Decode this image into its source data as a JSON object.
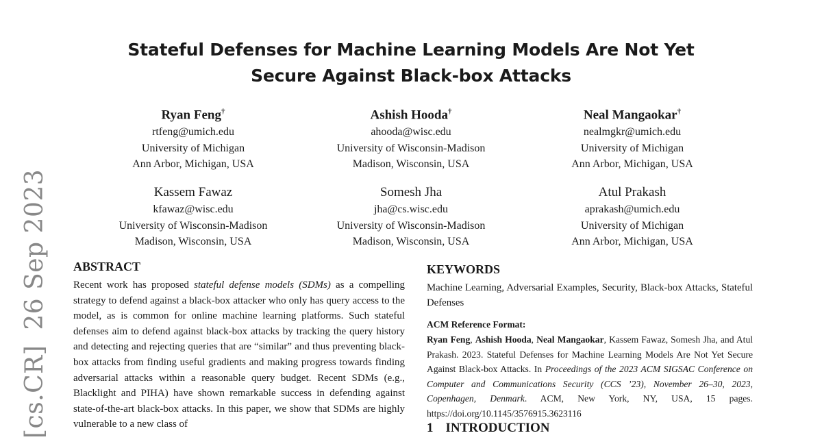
{
  "title": {
    "line1": "Stateful Defenses for Machine Learning Models Are Not Yet",
    "line2": "Secure Against Black-box Attacks"
  },
  "authors": [
    {
      "name": "Ryan Feng",
      "mark": "†",
      "email": "rtfeng@umich.edu",
      "affiliation": "University of Michigan",
      "location": "Ann Arbor, Michigan, USA"
    },
    {
      "name": "Ashish Hooda",
      "mark": "†",
      "email": "ahooda@wisc.edu",
      "affiliation": "University of Wisconsin-Madison",
      "location": "Madison, Wisconsin, USA"
    },
    {
      "name": "Neal Mangaokar",
      "mark": "†",
      "email": "nealmgkr@umich.edu",
      "affiliation": "University of Michigan",
      "location": "Ann Arbor, Michigan, USA"
    },
    {
      "name": "Kassem Fawaz",
      "email": "kfawaz@wisc.edu",
      "affiliation": "University of Wisconsin-Madison",
      "location": "Madison, Wisconsin, USA"
    },
    {
      "name": "Somesh Jha",
      "email": "jha@cs.wisc.edu",
      "affiliation": "University of Wisconsin-Madison",
      "location": "Madison, Wisconsin, USA"
    },
    {
      "name": "Atul Prakash",
      "email": "aprakash@umich.edu",
      "affiliation": "University of Michigan",
      "location": "Ann Arbor, Michigan, USA"
    }
  ],
  "arxiv_stamp": {
    "category": "[cs.CR]",
    "date": "26 Sep 2023"
  },
  "abstract": {
    "heading": "ABSTRACT",
    "pre": "Recent work has proposed ",
    "em": "stateful defense models (SDMs)",
    "post": " as a compelling strategy to defend against a black-box attacker who only has query access to the model, as is common for online machine learning platforms. Such stateful defenses aim to defend against black-box attacks by tracking the query history and detecting and rejecting queries that are “similar” and thus preventing black-box attacks from finding useful gradients and making progress towards finding adversarial attacks within a reasonable query budget. Recent SDMs (e.g., Blacklight and PIHA) have shown remarkable success in defending against state-of-the-art black-box attacks. In this paper, we show that SDMs are highly vulnerable to a new class of"
  },
  "keywords": {
    "heading": "KEYWORDS",
    "text": "Machine Learning, Adversarial Examples, Security, Black-box Attacks, Stateful Defenses"
  },
  "acm_reference": {
    "heading": "ACM Reference Format:",
    "bold_authors": [
      "Ryan Feng",
      "Ashish Hooda",
      "Neal Mangaokar"
    ],
    "sep": ", ",
    "rest_authors": ", Kassem Fawaz, Somesh Jha, and Atul Prakash. 2023. Stateful Defenses for Machine Learning Models Are Not Yet Secure Against Black-box Attacks. In ",
    "venue": "Proceedings of the 2023 ACM SIGSAC Conference on Computer and Communications Security (CCS ’23), November 26–30, 2023, Copenhagen, Denmark",
    "tail": ". ACM, New York, NY, USA, 15 pages. https://doi.org/10.1145/3576915.3623116"
  },
  "introduction": {
    "number": "1",
    "heading": "INTRODUCTION"
  }
}
